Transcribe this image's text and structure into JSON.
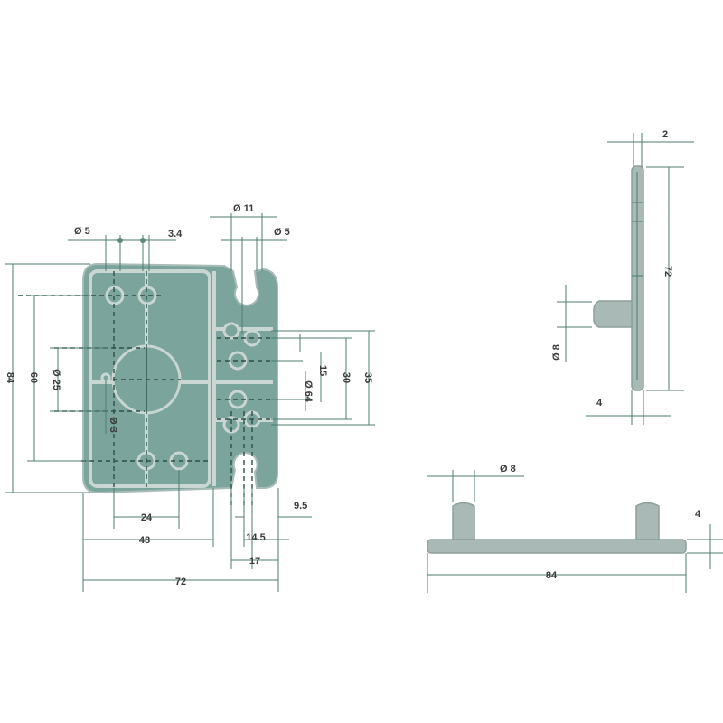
{
  "front_view": {
    "dim_hole_dia_left": "Ø 5",
    "dim_slot_width": "3.4",
    "dim_slot_dia": "Ø 11",
    "dim_hole_dia_right": "Ø 5",
    "dim_height": "84",
    "dim_hole_spacing_vertical": "60",
    "dim_center_dia": "Ø 25",
    "dim_small_hole_dia": "Ø 3",
    "dim_hole_spacing_horizontal": "24",
    "dim_width_48": "48",
    "dim_total_width": "72",
    "dim_9_5": "9.5",
    "dim_14_5": "14.5",
    "dim_17": "17",
    "dim_15": "15",
    "dim_30": "30",
    "dim_35": "35",
    "dim_dia_64": "Ø 64"
  },
  "side_view": {
    "dim_thickness": "2",
    "dim_length": "72",
    "dim_pin_dia": "Ø 8",
    "dim_total_thickness": "4"
  },
  "bottom_view": {
    "dim_pin_dia": "Ø 8",
    "dim_pin_height": "4",
    "dim_length": "84"
  },
  "colors": {
    "plate": "#7ba49c",
    "dimension": "#4d7d6f"
  }
}
